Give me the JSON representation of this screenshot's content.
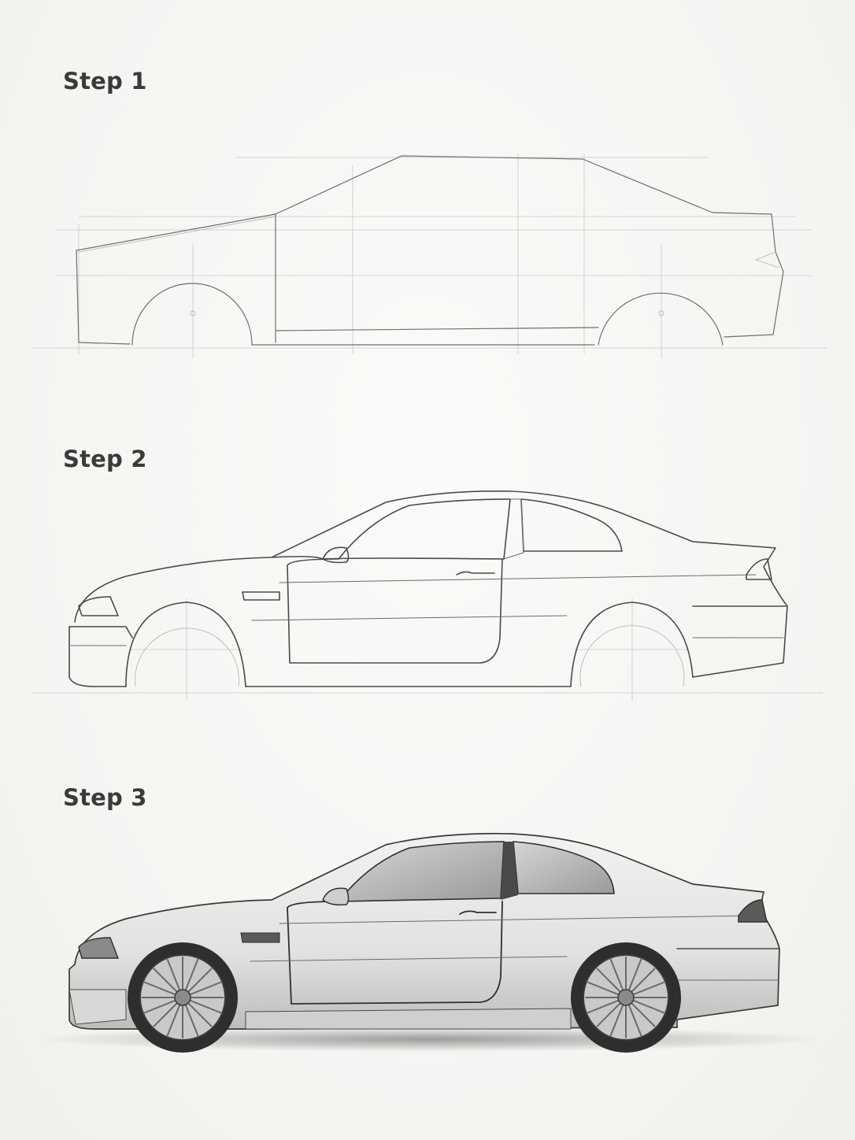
{
  "steps": [
    {
      "label": "Step 1"
    },
    {
      "label": "Step 2"
    },
    {
      "label": "Step 3"
    }
  ],
  "colors": {
    "paper": "#f6f6f4",
    "pencil": "#6f6f6f",
    "label": "#3a3a3a"
  },
  "icons": {
    "step_1": "construction-sketch-icon",
    "step_2": "line-drawing-icon",
    "step_3": "shaded-drawing-icon"
  }
}
